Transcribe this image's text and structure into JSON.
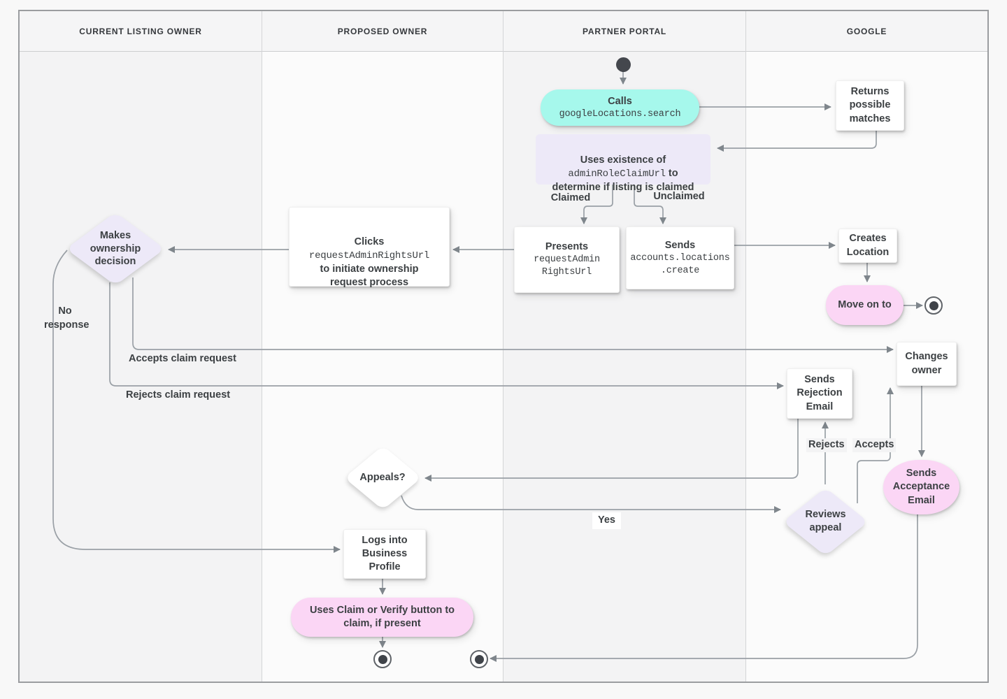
{
  "lanes": [
    {
      "label": "CURRENT LISTING OWNER"
    },
    {
      "label": "PROPOSED OWNER"
    },
    {
      "label": "PARTNER PORTAL"
    },
    {
      "label": "GOOGLE"
    }
  ],
  "nodes": {
    "calls": {
      "title": "Calls",
      "code": "googleLocations.search"
    },
    "returns_matches": {
      "label": "Returns\npossible\nmatches"
    },
    "uses_existence": {
      "pre": "Uses existence of\n",
      "code": "adminRoleClaimUrl",
      "post": " to\ndetermine if listing is claimed"
    },
    "presents_url": {
      "title": "Presents",
      "code": "requestAdmin\nRightsUrl"
    },
    "sends_create": {
      "title": "Sends",
      "code": "accounts.locations\n.create"
    },
    "clicks_url": {
      "pre": "Clicks\n",
      "code": "requestAdminRightsUrl",
      "post": "\nto initiate ownership\nrequest process"
    },
    "makes_decision": {
      "label": "Makes\nownership\ndecision"
    },
    "creates_location": {
      "label": "Creates\nLocation"
    },
    "move_on": {
      "label": "Move on to"
    },
    "changes_owner": {
      "label": "Changes\nowner"
    },
    "sends_rejection": {
      "label": "Sends\nRejection\nEmail"
    },
    "sends_acceptance": {
      "label": "Sends\nAcceptance\nEmail"
    },
    "reviews_appeal": {
      "label": "Reviews\nappeal"
    },
    "appeals": {
      "label": "Appeals?"
    },
    "logs_in": {
      "label": "Logs into\nBusiness\nProfile"
    },
    "claim_verify": {
      "label": "Uses Claim or Verify button to\nclaim, if present"
    }
  },
  "edge_labels": {
    "claimed": "Claimed",
    "unclaimed": "Unclaimed",
    "no_response": "No\nresponse",
    "accepts_claim": "Accepts claim request",
    "rejects_claim": "Rejects claim request",
    "yes": "Yes",
    "rejects": "Rejects",
    "accepts": "Accepts"
  },
  "colors": {
    "teal_action": "#a6f8ec",
    "lavender_decision": "#ede9f8",
    "pink_action": "#fbd6f5",
    "node_bg": "#ffffff",
    "line": "#9aa0a6",
    "arrow": "#7f868c",
    "text": "#3c4043"
  }
}
